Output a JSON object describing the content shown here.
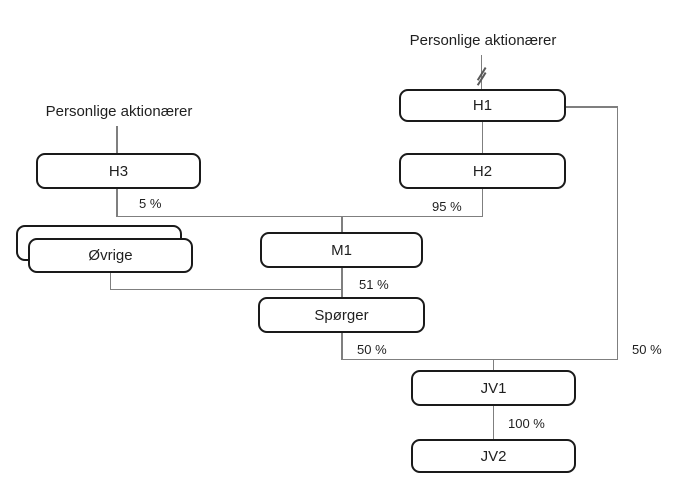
{
  "headers": {
    "left": "Personlige aktionærer",
    "right": "Personlige aktionærer"
  },
  "nodes": {
    "h1": "H1",
    "h2": "H2",
    "h3": "H3",
    "m1": "M1",
    "ovrige": "Øvrige",
    "sporger": "Spørger",
    "jv1": "JV1",
    "jv2": "JV2"
  },
  "edges": [
    {
      "from": "Personlige aktionærer (venstre)",
      "to": "H3",
      "label": ""
    },
    {
      "from": "Personlige aktionærer (højre)",
      "to": "H1",
      "label": "",
      "break_mark": true
    },
    {
      "from": "H1",
      "to": "H2",
      "label": ""
    },
    {
      "from": "H3",
      "to": "M1",
      "label": "5 %"
    },
    {
      "from": "H2",
      "to": "M1",
      "label": "95 %"
    },
    {
      "from": "M1",
      "to": "Spørger",
      "label": "51 %"
    },
    {
      "from": "Øvrige",
      "to": "Spørger",
      "label": ""
    },
    {
      "from": "Spørger",
      "to": "JV1",
      "label": "50 %"
    },
    {
      "from": "H1",
      "to": "JV1",
      "label": "50 %"
    },
    {
      "from": "JV1",
      "to": "JV2",
      "label": "100 %"
    }
  ],
  "colors": {
    "box_border": "#1a1a1a",
    "connector_line": "#7f7f7f",
    "text": "#1f1f1f",
    "background": "#ffffff"
  }
}
